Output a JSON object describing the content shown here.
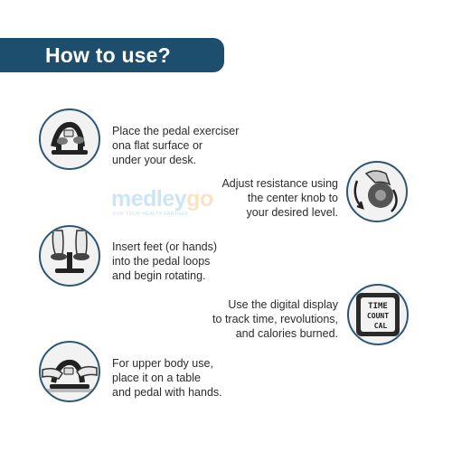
{
  "header": {
    "title": "How to use?"
  },
  "watermark": {
    "brand_a": "medley",
    "brand_b": "go",
    "tagline": "FOR YOUR HEALTH PARTNER"
  },
  "steps": [
    {
      "lines": [
        "Place the pedal exerciser",
        "ona flat surface or",
        "under your desk."
      ],
      "icon": "pedal-exerciser-on-floor-icon"
    },
    {
      "lines": [
        "Adjust resistance using",
        "the center knob to",
        "your desired level."
      ],
      "icon": "resistance-knob-hand-icon"
    },
    {
      "lines": [
        "Insert feet (or hands)",
        "into the pedal loops",
        "and begin rotating."
      ],
      "icon": "feet-on-pedals-icon"
    },
    {
      "lines": [
        "Use the digital display",
        "to track time, revolutions,",
        "and calories burned."
      ],
      "icon": "digital-display-icon",
      "display_text": [
        "TIME",
        "COUNT",
        "CAL"
      ]
    },
    {
      "lines": [
        "For upper body use,",
        "place it on a table",
        "and pedal with hands."
      ],
      "icon": "hands-on-pedals-icon"
    }
  ],
  "colors": {
    "banner": "#1d4e6e",
    "icon_border": "#2c5674",
    "text": "#2b2b2b"
  }
}
